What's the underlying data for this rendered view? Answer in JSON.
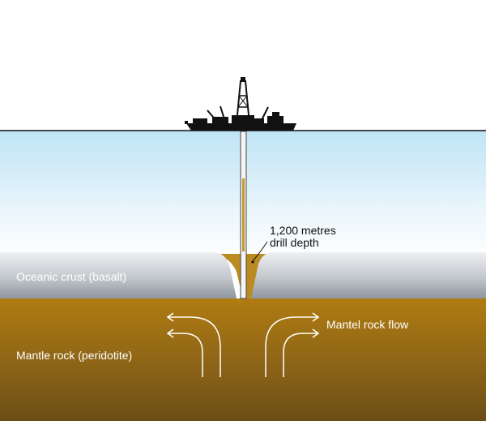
{
  "labels": {
    "drill_depth_line1": "1,200 metres",
    "drill_depth_line2": "drill depth",
    "crust": "Oceanic crust (basalt)",
    "mantle": "Mantle rock (peridotite)",
    "flow": "Mantel rock flow"
  },
  "colors": {
    "sky": "#ffffff",
    "ocean_top": "#bfe4f5",
    "ocean_bottom": "#ffffff",
    "crust_top": "#a7adb3",
    "crust_bottom": "#eceef0",
    "mantle_top": "#b07c12",
    "mantle_bottom": "#6b4e17",
    "sediment": "#b98b20",
    "ship": "#111111",
    "drill_core": "#c49a2a"
  },
  "icons": [
    "drill-ship-icon",
    "flow-arrow-icon"
  ]
}
